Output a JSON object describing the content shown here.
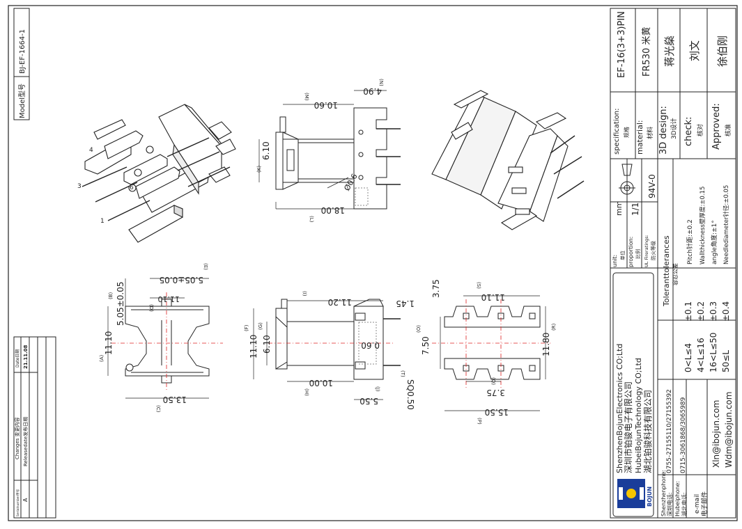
{
  "model": {
    "label": "Model型号",
    "value": "BJ-EF-1664-1"
  },
  "changes": {
    "header_serial": "Serialnumber序号",
    "header_changes": "Changes 变更内容",
    "header_date": "Date日期",
    "row_serial": "A",
    "row_change": "Releasedate发布日期",
    "row_date": "21.11.08"
  },
  "title_block": {
    "spec_label": "specification:",
    "spec_label_cn": "规格",
    "spec_value": "EF-16(3+3)PIN",
    "material_label": "material:",
    "material_label_cn": "材料",
    "material_value": "FR530 米黄",
    "design_label": "3D design:",
    "design_label_cn": "3D设计",
    "design_value": "蒋光燊",
    "check_label": "check:",
    "check_label_cn": "核对",
    "check_value": "刘文",
    "approved_label": "Approved:",
    "approved_label_cn": "核准",
    "approved_value": "徐伯刚",
    "unit_label": "unit:",
    "unit_label_cn": "单位",
    "unit_value": "mm",
    "proportion_label": "proportion:",
    "proportion_label_cn": "比例",
    "proportion_value": "1/1",
    "ul_label": "UL Fireratings:",
    "ul_label_cn": "防火等级",
    "ul_value": "94V-0",
    "tol_title": "Toleranttolerances",
    "tol_title_cn": "容忍公差",
    "tol_rows": [
      {
        "range": "0<L≤4",
        "tol": "±0.1"
      },
      {
        "range": "4<L≤16",
        "tol": "±0.2"
      },
      {
        "range": "16<L≤50",
        "tol": "±0.3"
      },
      {
        "range": "50≤L",
        "tol": "±0.4"
      }
    ],
    "pitch": "Pitch针距:±0.2",
    "wall": "Wallthickness壁厚度:±0.15",
    "angle": "angle角度:±1°",
    "needle": "Needlediameter针径:±0.05"
  },
  "company": {
    "line1": "ShenzhenBojunElectronics CO;Ltd",
    "line2": "深圳市铂骏电子有限公司",
    "line3": "HubeiBojunTechnology CO;Ltd",
    "line4": "湖北铂骏科技有限公司",
    "logo_text": "BOJUN",
    "sz_phone_label": "Shenzhenphone:",
    "sz_phone_label_cn": "深圳电话:",
    "sz_phone": "0755-27155110/27155392",
    "hb_phone_label": "Hubeiphone:",
    "hb_phone_label_cn": "湖北电话:",
    "hb_phone": "0715-3061868/3065989",
    "email_label": "e-mail",
    "email_label_cn": "电子邮件",
    "email1": "Xln@ibojun.com",
    "email2": "Wdm@ibojun.com"
  },
  "dimensions": {
    "top_w": "10.60",
    "top_m": "(M)",
    "top_n": "4.90",
    "top_n_lbl": "(N)",
    "top_k": "6.10",
    "top_k_lbl": "(K)",
    "top_l": "18.00",
    "top_l_lbl": "(L)",
    "top_pin": "Ø0.6",
    "a": "11.10",
    "a_lbl": "(A)",
    "b": "5.05±0.05",
    "b_lbl": "(B)",
    "c": "13.50",
    "c_lbl": "(C)",
    "d": "11.10",
    "d_lbl": "(D)",
    "e": "5.05±0.05",
    "e_lbl": "(E)",
    "f": "11.10",
    "f_lbl": "(F)",
    "g": "6.10",
    "g_lbl": "(G)",
    "h": "10.00",
    "h_lbl": "(H)",
    "i": "11.20",
    "i_lbl": "(I)",
    "j": "5.50",
    "j_lbl": "(J)",
    "side_145": "1.45",
    "side_060": "0.60",
    "t": "SQ0.50",
    "t_lbl": "(T)",
    "s": "11.10",
    "s_lbl": "(S)",
    "o": "7.50",
    "o_lbl": "(O)",
    "r": "11.80",
    "r_lbl": "(R)",
    "p": "15.50",
    "p_lbl": "(P)",
    "q": "3.75",
    "q_lbl": "(Q)",
    "u": "3.75"
  },
  "pin_labels": [
    "1",
    "3",
    "4",
    "6"
  ],
  "colors": {
    "ink": "#222222",
    "centerline": "#e02020",
    "logo_blue": "#1a3d9a",
    "logo_yellow": "#f5c400"
  }
}
